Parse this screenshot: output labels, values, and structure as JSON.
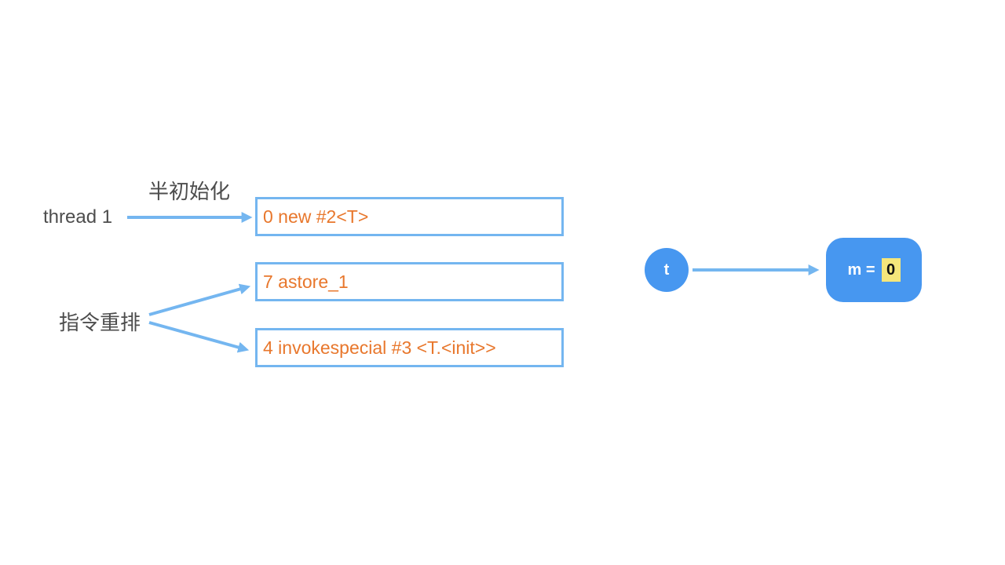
{
  "diagram": {
    "title_context": "JVM instruction reordering / half-initialization diagram",
    "labels": {
      "semi_init": "半初始化",
      "thread1": "thread 1",
      "reorder": "指令重排"
    },
    "instructions": [
      {
        "text": "0 new #2<T>"
      },
      {
        "text": "7 astore_1"
      },
      {
        "text": "4 invokespecial #3 <T.<init>>"
      }
    ],
    "thread_node": {
      "label": "t"
    },
    "memory_node": {
      "prefix": "m =",
      "value": "0"
    },
    "colors": {
      "arrow_blue": "#74b6f0",
      "box_border_blue": "#74b6f0",
      "instruction_text_orange": "#e8772c",
      "label_gray": "#4d4d4d",
      "node_fill_blue": "#4797f0",
      "highlight_yellow": "#f5e67b",
      "background": "#ffffff"
    }
  }
}
